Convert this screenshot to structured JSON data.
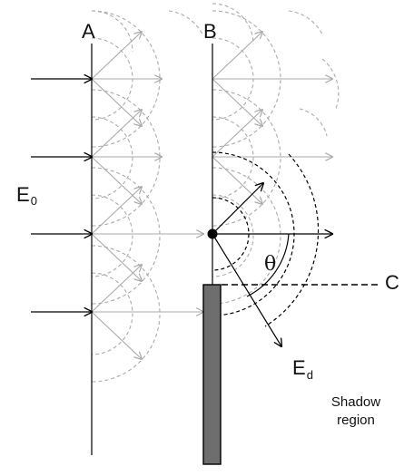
{
  "labels": {
    "plane_a": "A",
    "plane_b": "B",
    "boundary_c": "C",
    "angle": "θ",
    "incident_field": "E",
    "incident_field_sub": "0",
    "diffracted_field": "E",
    "diffracted_field_sub": "d",
    "shadow_line1": "Shadow",
    "shadow_line2": "region"
  },
  "colors": {
    "ink": "#000000",
    "wavelet": "#aaaaaa",
    "screen_fill": "#6e6e6e",
    "edge_point": "#000000"
  }
}
